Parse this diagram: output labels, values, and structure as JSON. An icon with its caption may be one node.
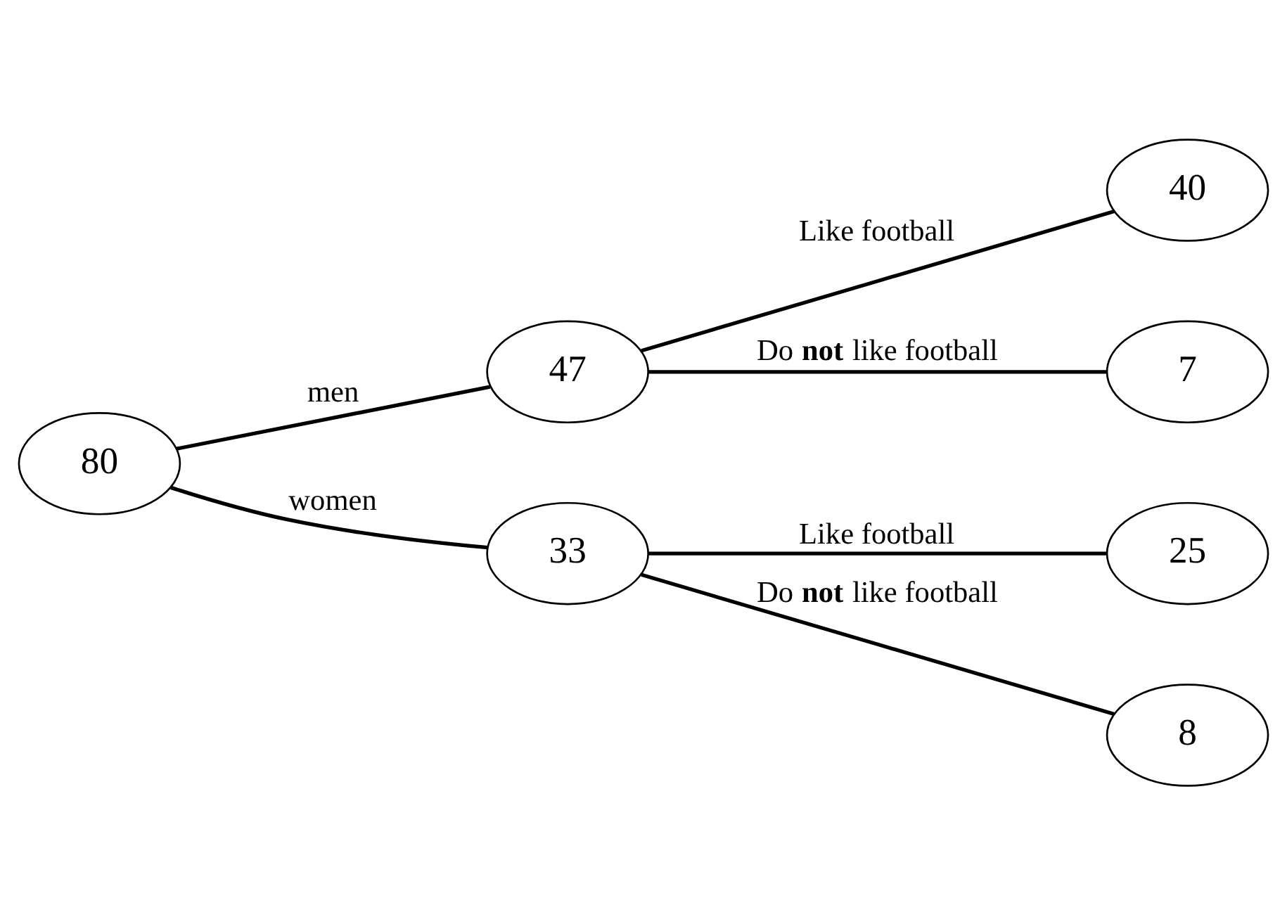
{
  "diagram": {
    "nodes": [
      {
        "text": [
          "80"
        ]
      },
      {
        "text": [
          "47"
        ]
      },
      {
        "text": [
          "33"
        ]
      },
      {
        "text": [
          "40"
        ]
      },
      {
        "text": [
          "7"
        ]
      },
      {
        "text": [
          "25"
        ]
      },
      {
        "text": [
          "8"
        ]
      }
    ],
    "edges": [
      {
        "from": 0,
        "to": 1,
        "arrow": "none",
        "label": "men"
      },
      {
        "from": 0,
        "to": 2,
        "arrow": "none",
        "label": "women"
      },
      {
        "from": 1,
        "to": 3,
        "arrow": "none",
        "label": "Like football"
      },
      {
        "from": 1,
        "to": 4,
        "arrow": "none",
        "label": "Do **not** like football"
      },
      {
        "from": 2,
        "to": 5,
        "arrow": "none",
        "label": "Like football"
      },
      {
        "from": 2,
        "to": 6,
        "arrow": "none",
        "label": "Do **not** like football"
      }
    ]
  }
}
